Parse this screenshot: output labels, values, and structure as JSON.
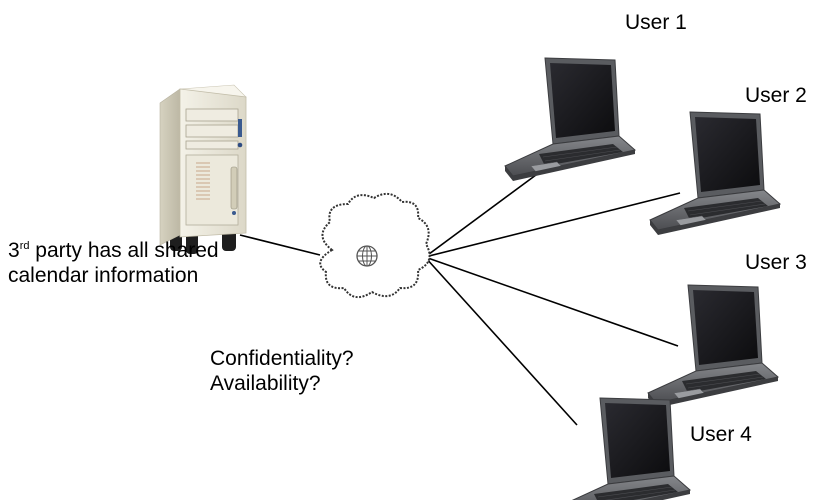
{
  "server_caption": {
    "ordinal_number": "3",
    "ordinal_suffix": "rd",
    "line1_rest": " party has all shared",
    "line2": "calendar information"
  },
  "questions": {
    "confidentiality": "Confidentiality?",
    "availability": "Availability?"
  },
  "users": [
    {
      "label": "User 1"
    },
    {
      "label": "User 2"
    },
    {
      "label": "User 3"
    },
    {
      "label": "User 4"
    }
  ],
  "icons": {
    "server": "server-tower-icon",
    "cloud": "internet-cloud-icon",
    "globe": "globe-icon",
    "laptop": "laptop-icon"
  },
  "colors": {
    "line": "#000000",
    "text": "#000000",
    "server_body": "#e9e5d6",
    "laptop_body": "#6c6e72",
    "laptop_screen": "#151518"
  }
}
